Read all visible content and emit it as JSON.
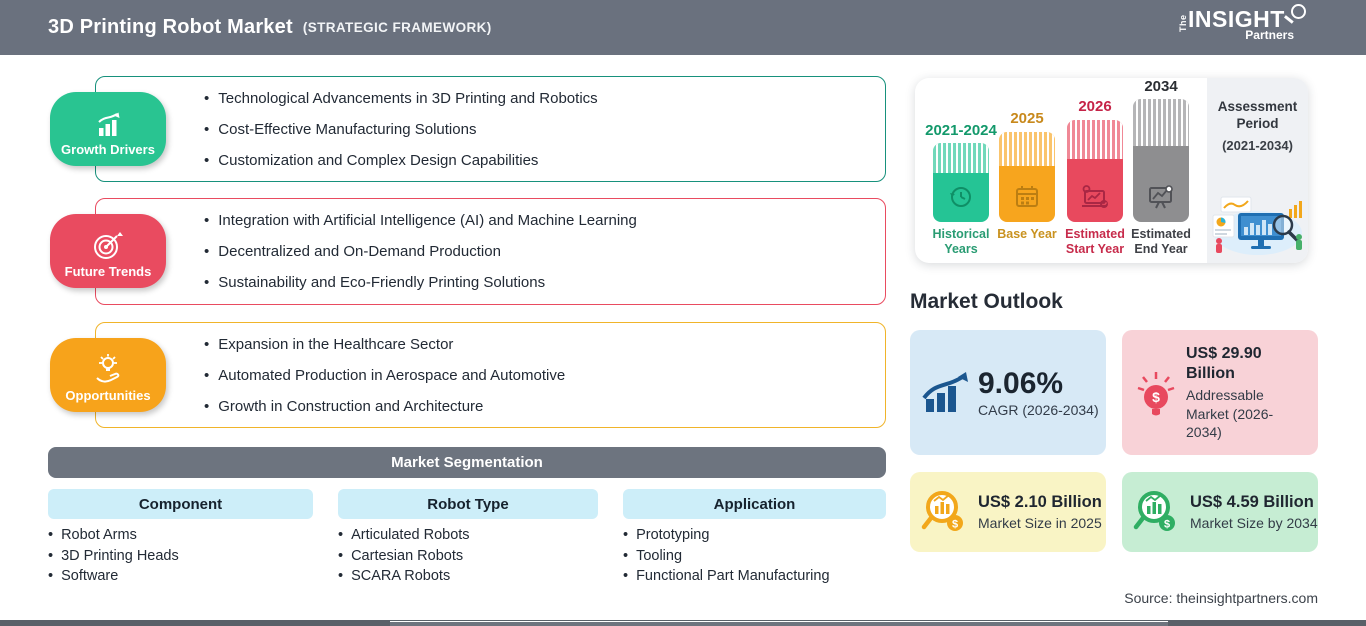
{
  "header": {
    "title": "3D Printing Robot Market",
    "subtitle": "(STRATEGIC FRAMEWORK)",
    "logo": {
      "the": "The",
      "insight": "INSIGHT",
      "partners": "Partners"
    }
  },
  "panels": [
    {
      "label": "Growth Drivers",
      "accent_color": "#29c491",
      "icon": "growth-chart-icon",
      "items": [
        "Technological Advancements in 3D Printing and Robotics",
        "Cost-Effective Manufacturing Solutions",
        "Customization and Complex Design Capabilities"
      ]
    },
    {
      "label": "Future Trends",
      "accent_color": "#e94b60",
      "icon": "target-icon",
      "items": [
        "Integration with Artificial Intelligence (AI) and Machine Learning",
        "Decentralized and On-Demand Production",
        "Sustainability and Eco-Friendly Printing Solutions"
      ]
    },
    {
      "label": "Opportunities",
      "accent_color": "#f7a31b",
      "icon": "bulb-hand-icon",
      "items": [
        "Expansion in the Healthcare Sector",
        "Automated Production in Aerospace and Automotive",
        "Growth in Construction and Architecture"
      ]
    }
  ],
  "segmentation": {
    "title": "Market Segmentation",
    "columns": [
      {
        "header": "Component",
        "items": [
          "Robot Arms",
          "3D Printing Heads",
          "Software"
        ]
      },
      {
        "header": "Robot Type",
        "items": [
          "Articulated Robots",
          "Cartesian Robots",
          "SCARA Robots"
        ]
      },
      {
        "header": "Application",
        "items": [
          "Prototyping",
          "Tooling",
          "Functional Part Manufacturing"
        ]
      }
    ]
  },
  "timeline": {
    "bars": [
      {
        "year": "2021-2024",
        "caption": "Historical Years",
        "color": "#25c495"
      },
      {
        "year": "2025",
        "caption": "Base Year",
        "color": "#f7a51e"
      },
      {
        "year": "2026",
        "caption": "Estimated Start Year",
        "color": "#e8495e"
      },
      {
        "year": "2034",
        "caption": "Estimated End Year",
        "color": "#8e8e90"
      }
    ],
    "assessment": {
      "line1": "Assessment",
      "line2": "Period",
      "years": "(2021-2034)"
    }
  },
  "outlook": {
    "title": "Market Outlook",
    "cards": [
      {
        "value": "9.06%",
        "label": "CAGR (2026-2034)",
        "bg": "#d7e9f6",
        "icon": "growth-bars-arrow-icon"
      },
      {
        "value": "US$ 29.90 Billion",
        "label": "Addressable Market (2026-2034)",
        "bg": "#f8d2d7",
        "icon": "bulb-dollar-icon"
      },
      {
        "value": "US$ 2.10 Billion",
        "label": "Market Size in 2025",
        "bg": "#f9f4c5",
        "icon": "magnifier-chart-icon"
      },
      {
        "value": "US$ 4.59 Billion",
        "label": "Market Size by 2034",
        "bg": "#c6edd3",
        "icon": "magnifier-chart-icon"
      }
    ]
  },
  "source": "Source: theinsightpartners.com",
  "chart_data": {
    "type": "bar",
    "title": "3D Printing Robot Market (Strategic Framework)",
    "categories": [
      "Historical Years",
      "Base Year",
      "Estimated Start Year",
      "Estimated End Year"
    ],
    "x": [
      "2021-2024",
      "2025",
      "2026",
      "2034"
    ],
    "relative_heights": [
      0.64,
      0.73,
      0.83,
      1.0
    ],
    "legend_position": "none",
    "assessment_period": "2021-2034",
    "metrics": {
      "cagr_percent_2026_2034": 9.06,
      "addressable_market_usd_billion_2026_2034": 29.9,
      "market_size_usd_billion_2025": 2.1,
      "market_size_usd_billion_2034": 4.59
    }
  }
}
